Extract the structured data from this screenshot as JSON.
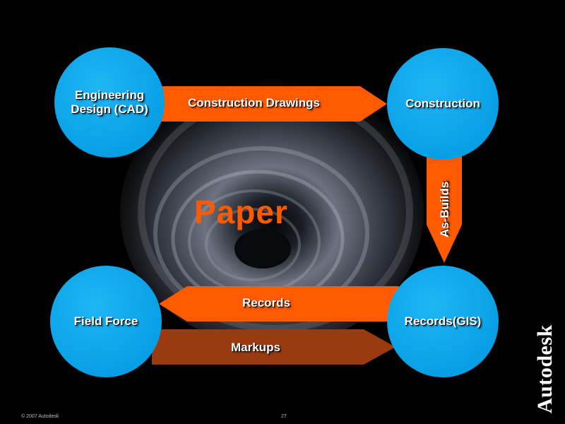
{
  "slide": {
    "center_text": "Paper",
    "nodes": {
      "engineering": "Engineering\nDesign (CAD)",
      "construction": "Construction",
      "records_gis": "Records(GIS)",
      "field_force": "Field Force"
    },
    "flows": {
      "construction_drawings": "Construction Drawings",
      "as_builds": "As-Builds",
      "records": "Records",
      "markups": "Markups"
    },
    "footer": {
      "copyright": "© 2007 Autodesk",
      "page_number": "27"
    },
    "brand": "Autodesk"
  },
  "colors": {
    "background": "#000000",
    "circle": "#0aa6ee",
    "arrow_primary": "#ff5a00",
    "arrow_dark": "#9a3a10",
    "paper_text": "#ff5a00"
  }
}
